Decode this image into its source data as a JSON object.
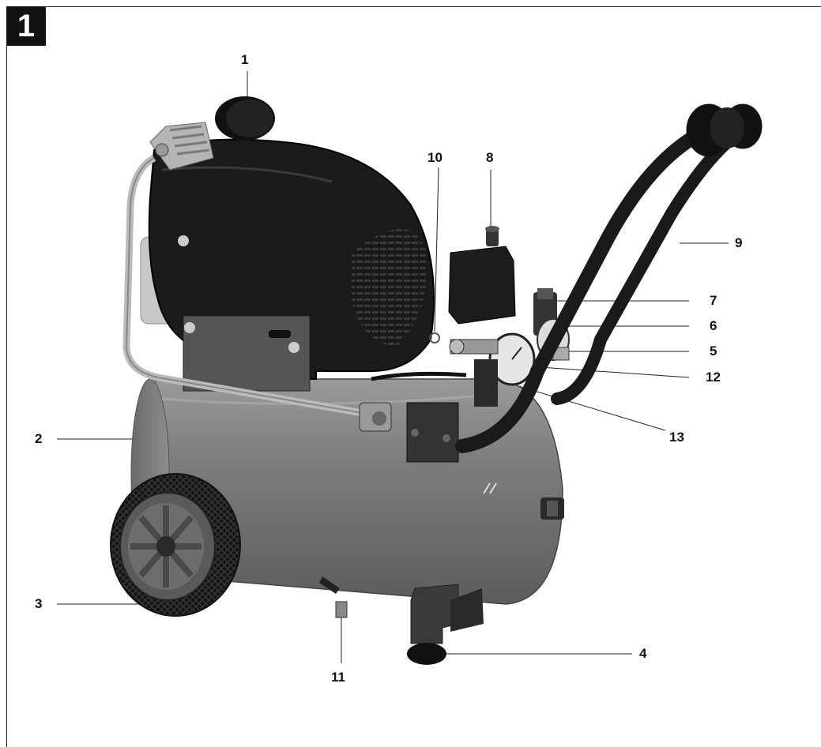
{
  "figure_number": "1",
  "callouts": {
    "c1": "1",
    "c2": "2",
    "c3": "3",
    "c4": "4",
    "c5": "5",
    "c6": "6",
    "c7": "7",
    "c8": "8",
    "c9": "9",
    "c10": "10",
    "c11": "11",
    "c12": "12",
    "c13": "13"
  },
  "colors": {
    "tank": "#7a7a7a",
    "motor_cover": "#1b1b1b",
    "background": "#ffffff"
  }
}
